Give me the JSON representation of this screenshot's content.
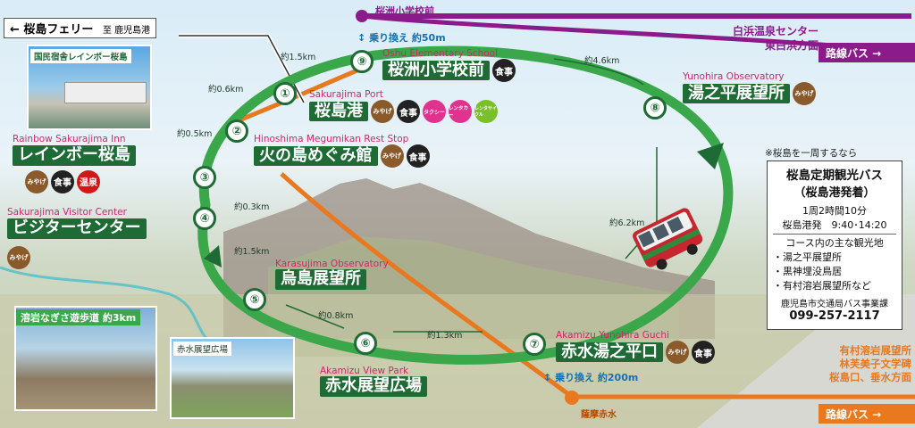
{
  "ferry": {
    "title": "← 桜島フェリー",
    "dest": "至 鹿児島港"
  },
  "top_bus": {
    "stop": "桜洲小学校前"
  },
  "right_bus": {
    "dest_line1": "白浜温泉センター",
    "dest_line2": "東白浜方面",
    "label": "路線バス →"
  },
  "bottom_bus": {
    "stop": "薩摩赤水",
    "label": "路線バス →",
    "dest_lines": [
      "有村溶岩展望所",
      "林芙美子文学碑",
      "桜島口、垂水方面"
    ]
  },
  "transfers": [
    {
      "text": "乗り換え 約50m"
    },
    {
      "text": "乗り換え 約200m"
    }
  ],
  "stops": [
    {
      "num": "①",
      "en": "Sakurajima Port",
      "ja": "桜島港",
      "icons": [
        "みやげ",
        "食事",
        "タクシー",
        "レンタカー",
        "レンタサイクル"
      ]
    },
    {
      "num": "②",
      "en": "Hinoshima Megumikan Rest Stop",
      "ja": "火の島めぐみ館",
      "icons": [
        "みやげ",
        "食事"
      ]
    },
    {
      "num": "③",
      "en": "Rainbow Sakurajima Inn",
      "ja": "レインボー桜島",
      "icons": [
        "みやげ",
        "食事",
        "温泉"
      ]
    },
    {
      "num": "④",
      "en": "Sakurajima Visitor Center",
      "ja": "ビジターセンター",
      "icons": [
        "みやげ"
      ]
    },
    {
      "num": "⑤",
      "en": "Karasujima Observatory",
      "ja": "烏島展望所",
      "icons": []
    },
    {
      "num": "⑥",
      "en": "Akamizu View Park",
      "ja": "赤水展望広場",
      "icons": []
    },
    {
      "num": "⑦",
      "en": "Akamizu Yunohira Guchi",
      "ja": "赤水湯之平口",
      "icons": [
        "みやげ",
        "食事"
      ]
    },
    {
      "num": "⑧",
      "en": "Yunohira Observatory",
      "ja": "湯之平展望所",
      "icons": [
        "みやげ"
      ]
    },
    {
      "num": "⑨",
      "en": "Oshu Elementary School",
      "ja": "桜洲小学校前",
      "icons": [
        "食事"
      ]
    }
  ],
  "distances": [
    "約1.5km",
    "約0.6km",
    "約0.5km",
    "約0.3km",
    "約1.5km",
    "約0.8km",
    "約1.3km",
    "約6.2km",
    "約4.6km"
  ],
  "photos": {
    "inn": "国民宿舎レインボー桜島",
    "nagisa": "溶岩なぎさ遊歩道 約3km",
    "akamizu": "赤水展望広場"
  },
  "info": {
    "note": "※桜島を一周するなら",
    "title1": "桜島定期観光バス",
    "title2": "（桜島港発着）",
    "duration": "1周2時間10分",
    "depart": "桜島港発　9:40･14:20",
    "course": "コース内の主な観光地",
    "spots": [
      "・湯之平展望所",
      "・黒神埋没鳥居",
      "・有村溶岩展望所など"
    ],
    "org": "鹿児島市交通局バス事業課",
    "tel": "099-257-2117"
  },
  "colors": {
    "route_green": "#3aa84a",
    "label_green": "#1f6b35",
    "line_purple": "#8b1a8b",
    "line_orange": "#e9781e",
    "english_pink": "#d0286a"
  }
}
